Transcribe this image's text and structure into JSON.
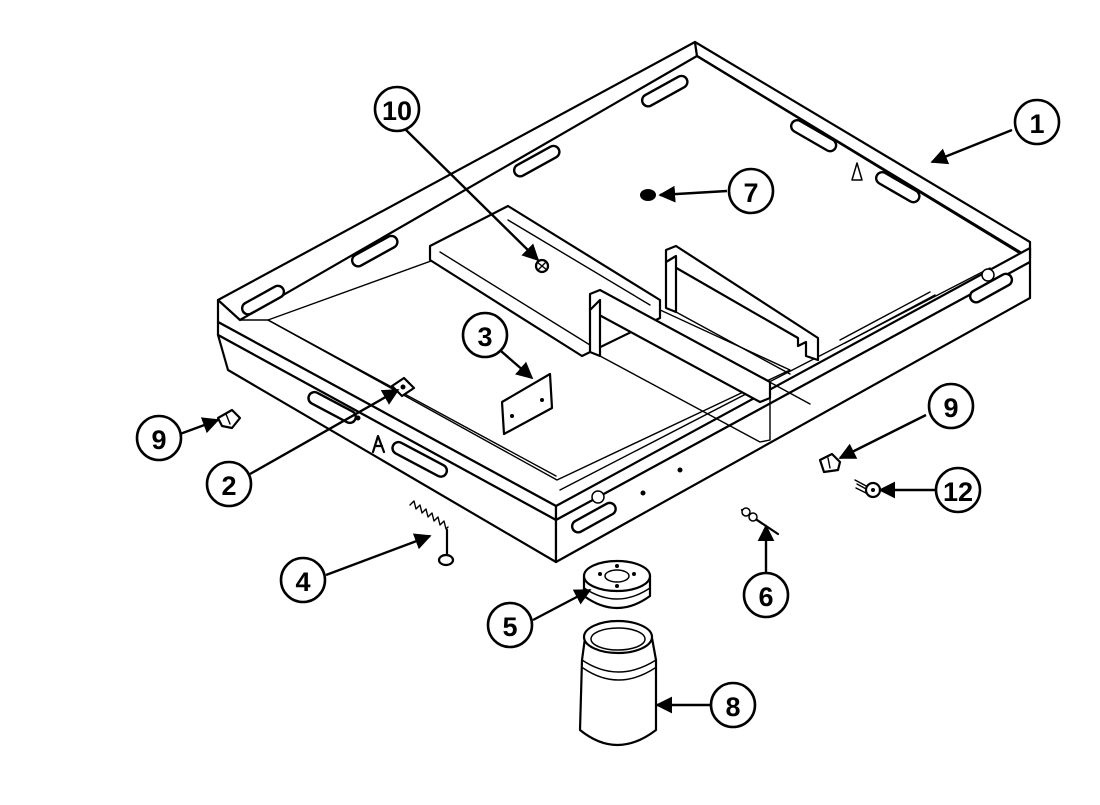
{
  "callouts": [
    {
      "id": "c1",
      "label": "1"
    },
    {
      "id": "c2",
      "label": "2"
    },
    {
      "id": "c3",
      "label": "3"
    },
    {
      "id": "c4",
      "label": "4"
    },
    {
      "id": "c5",
      "label": "5"
    },
    {
      "id": "c6",
      "label": "6"
    },
    {
      "id": "c7",
      "label": "7"
    },
    {
      "id": "c8",
      "label": "8"
    },
    {
      "id": "c9a",
      "label": "9"
    },
    {
      "id": "c9b",
      "label": "9"
    },
    {
      "id": "c10",
      "label": "10"
    },
    {
      "id": "c12",
      "label": "12"
    }
  ],
  "colors": {
    "ink": "#000000",
    "paper": "#ffffff"
  }
}
